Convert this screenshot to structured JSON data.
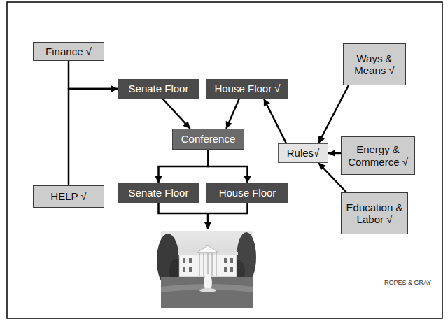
{
  "diagram": {
    "nodes": [
      {
        "text": [
          "Finance √"
        ]
      },
      {
        "text": [
          "Ways & Means √"
        ]
      },
      {
        "text": [
          "Senate Floor"
        ]
      },
      {
        "text": [
          "House Floor √"
        ]
      },
      {
        "text": [
          "Conference"
        ]
      },
      {
        "text": [
          "Rules√"
        ]
      },
      {
        "text": [
          "Energy & Commerce √"
        ]
      },
      {
        "text": [
          "HELP √"
        ]
      },
      {
        "text": [
          "Senate Floor"
        ]
      },
      {
        "text": [
          "House Floor"
        ]
      },
      {
        "text": [
          "Education & Labor √"
        ]
      }
    ],
    "edges": [
      {
        "from": 0,
        "to": 2,
        "arrow": "to"
      },
      {
        "from": 7,
        "to": 2,
        "arrow": "to"
      },
      {
        "from": 2,
        "to": 4,
        "arrow": "to"
      },
      {
        "from": 3,
        "to": 4,
        "arrow": "to"
      },
      {
        "from": 5,
        "to": 3,
        "arrow": "to"
      },
      {
        "from": 1,
        "to": 5,
        "arrow": "to"
      },
      {
        "from": 6,
        "to": 5,
        "arrow": "to"
      },
      {
        "from": 10,
        "to": 5,
        "arrow": "to"
      },
      {
        "from": 4,
        "to": 8,
        "arrow": "to"
      },
      {
        "from": 4,
        "to": 9,
        "arrow": "to"
      }
    ],
    "labels": [
      "ROPES & GRAY"
    ]
  }
}
